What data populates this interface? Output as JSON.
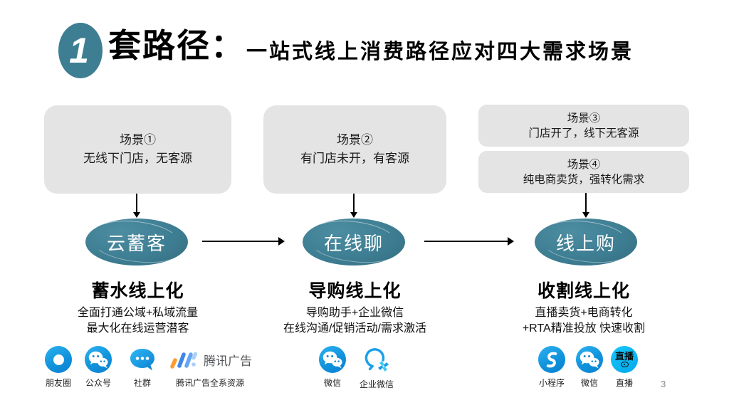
{
  "slide": {
    "badge_number": "1",
    "title": "套路径：",
    "subtitle": "一站式线上消费路径应对四大需求场景",
    "page_number": "3"
  },
  "colors": {
    "teal": "#3E7E93",
    "box_gray": "#E4E4E4",
    "icon_blue": "#1296DB",
    "live_cyan": "#00B9F2",
    "tencent_orange": "#FF9A2E",
    "logo_text_gray": "#54565A"
  },
  "columns": [
    {
      "scenes": [
        {
          "title": "场景①",
          "desc": "无线下门店，无客源"
        }
      ],
      "stage": "云蓄客",
      "heading": "蓄水线上化",
      "lines": [
        "全面打通公域+私域流量",
        "最大化在线运营潜客"
      ],
      "icons": [
        {
          "name": "moments-icon",
          "label": "朋友圈"
        },
        {
          "name": "wechat-official-account-icon",
          "label": "公众号"
        },
        {
          "name": "community-icon",
          "label": "社群"
        },
        {
          "name": "tencent-ads-logo",
          "logo_text": "腾讯广告",
          "label": "腾讯广告全系资源"
        }
      ]
    },
    {
      "scenes": [
        {
          "title": "场景②",
          "desc": "有门店未开，有客源"
        }
      ],
      "stage": "在线聊",
      "heading": "导购线上化",
      "lines": [
        "导购助手+企业微信",
        "在线沟通/促销活动/需求激活"
      ],
      "icons": [
        {
          "name": "wechat-icon",
          "label": "微信"
        },
        {
          "name": "wecom-icon",
          "label": "企业微信"
        }
      ]
    },
    {
      "scenes": [
        {
          "title": "场景③",
          "desc": "门店开了，线下无客源"
        },
        {
          "title": "场景④",
          "desc": "纯电商卖货，强转化需求"
        }
      ],
      "stage": "线上购",
      "heading": "收割线上化",
      "lines": [
        "直播卖货+电商转化",
        "+RTA精准投放 快速收割"
      ],
      "icons": [
        {
          "name": "mini-program-icon",
          "label": "小程序"
        },
        {
          "name": "wechat-icon",
          "label": "微信"
        },
        {
          "name": "live-icon",
          "label": "直播",
          "badge_text": "直播"
        }
      ]
    }
  ]
}
